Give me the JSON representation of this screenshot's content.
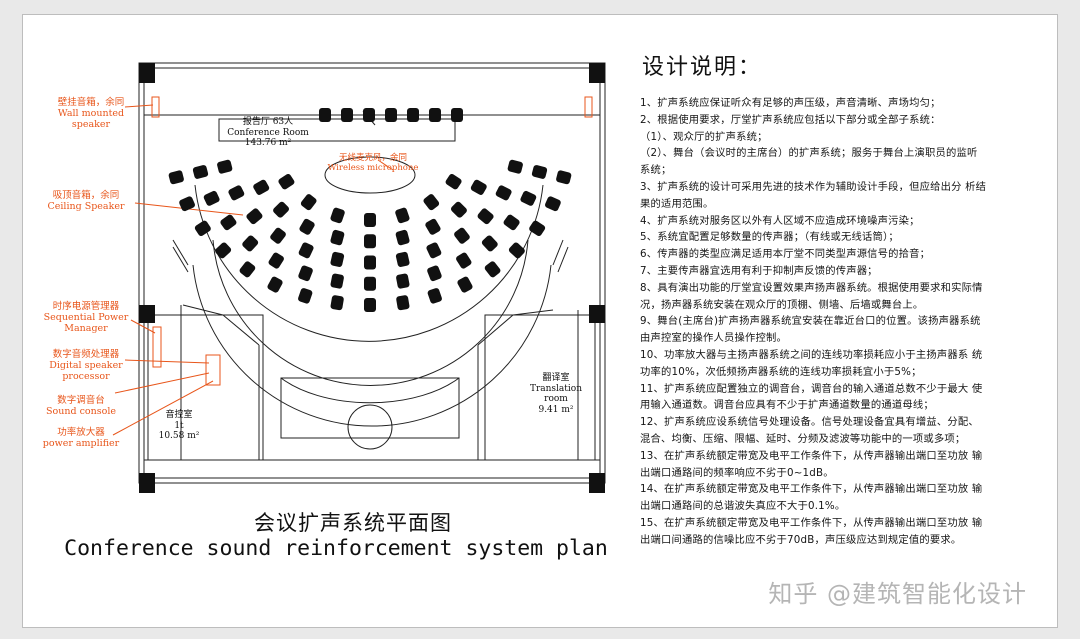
{
  "colors": {
    "annotation": "#e8561b",
    "line": "#222222",
    "seat": "#111111",
    "watermark": "#7a7a7a"
  },
  "labels": {
    "wall_speaker_zh": "壁挂音箱，余同",
    "wall_speaker_en1": "Wall mounted",
    "wall_speaker_en2": "speaker",
    "ceiling_speaker_zh": "吸顶音箱，余同",
    "ceiling_speaker_en": "Ceiling Speaker",
    "power_manager_zh": "时序电源管理器",
    "power_manager_en1": "Sequential Power",
    "power_manager_en2": "Manager",
    "dsp_zh": "数字音频处理器",
    "dsp_en1": "Digital speaker",
    "dsp_en2": "processor",
    "console_zh": "数字调音台",
    "console_en": "Sound console",
    "amp_zh": "功率放大器",
    "amp_en": "power amplifier",
    "hall_zh": "报告厅 63人",
    "hall_en": "Conference Room",
    "hall_area": "143.76 m²",
    "wireless_zh": "无线麦克风，余同",
    "wireless_en": "Wireless microphone",
    "control_zh": "音控室",
    "control_sub": "1t",
    "control_area": "10.58 m²",
    "translation_zh": "翻译室",
    "translation_en1": "Translation",
    "translation_en2": "room",
    "translation_area": "9.41 m²"
  },
  "title_zh": "会议扩声系统平面图",
  "title_en": "Conference sound reinforcement system plan",
  "notes_heading": "设计说明：",
  "notes": [
    "1、扩声系统应保证听众有足够的声压级，声音清晰、声场均匀；",
    "2、根据使用要求，厅堂扩声系统应包括以下部分或全部子系统：",
    "（1）、观众厅的扩声系统；",
    "（2）、舞台（会议时的主席台）的扩声系统；服务于舞台上演职员的监听",
    "系统；",
    "3、扩声系统的设计可采用先进的技术作为辅助设计手段，但应给出分 析结",
    "果的适用范围。",
    "4、扩声系统对服务区以外有人区域不应造成环境噪声污染；",
    "5、系统宜配置足够数量的传声器；（有线或无线话筒）；",
    "6、传声器的类型应满足适用本厅堂不同类型声源信号的拾音；",
    "7、主要传声器宜选用有利于抑制声反馈的传声器；",
    "8、具有演出功能的厅堂宜设置效果声扬声器系统。根据使用要求和实际情",
    "况，扬声器系统安装在观众厅的顶棚、侧墙、后墙或舞台上。",
    "9、舞台(主席台)扩声扬声器系统宜安装在靠近台口的位置。该扬声器系统",
    "由声控室的操作人员操作控制。",
    "10、功率放大器与主扬声器系统之间的连线功率损耗应小于主扬声器系 统",
    "功率的10%，次低频扬声器系统的连线功率损耗宜小于5%；",
    "11、扩声系统应配置独立的调音台，调音台的输入通道总数不少于最大 使",
    "用输入通道数。调音台应具有不少于扩声通道数量的通道母线；",
    "12、扩声系统应设系统信号处理设备。信号处理设备宜具有增益、分配、",
    "混合、均衡、压缩、限幅、延时、分频及滤波等功能中的一项或多项；",
    "13、在扩声系统额定带宽及电平工作条件下，从传声器输出端口至功放 输",
    "出端口通路间的频率响应不劣于0~1dB。",
    "14、在扩声系统额定带宽及电平工作条件下，从传声器输出端口至功放 输",
    "出端口通路间的总谐波失真应不大于0.1%。",
    "15、在扩声系统额定带宽及电平工作条件下，从传声器输出端口至功放 输",
    "出端口间通路的信噪比应不劣于70dB，声压级应达到规定值的要求。"
  ],
  "watermark": "知乎 @建筑智能化设计"
}
